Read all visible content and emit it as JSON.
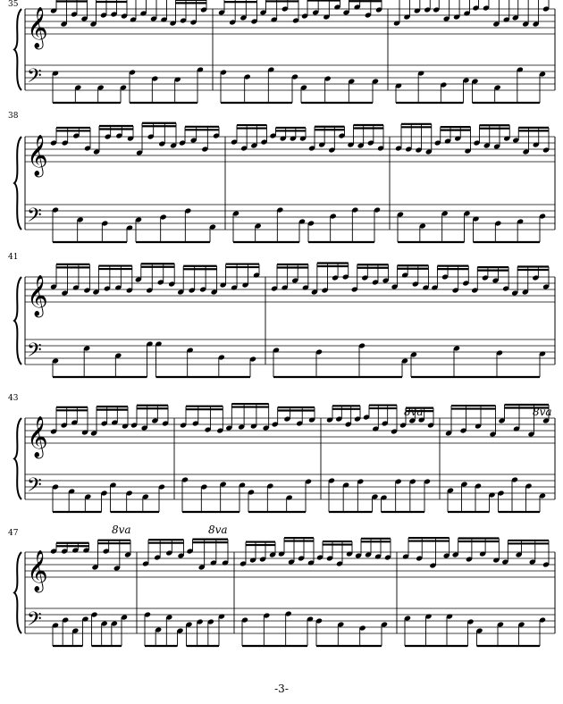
{
  "page": {
    "number": "-3-"
  },
  "systems": [
    {
      "first_measure": "35"
    },
    {
      "first_measure": "38"
    },
    {
      "first_measure": "41"
    },
    {
      "first_measure": "43"
    },
    {
      "first_measure": "47"
    }
  ],
  "ottava_marks": [
    "8va",
    "8va",
    "8va",
    "8va"
  ],
  "icons": {
    "treble_clef": "treble-clef-icon",
    "bass_clef": "bass-clef-icon",
    "brace": "brace-icon"
  },
  "colors": {
    "ink": "#000000",
    "paper": "#ffffff"
  }
}
